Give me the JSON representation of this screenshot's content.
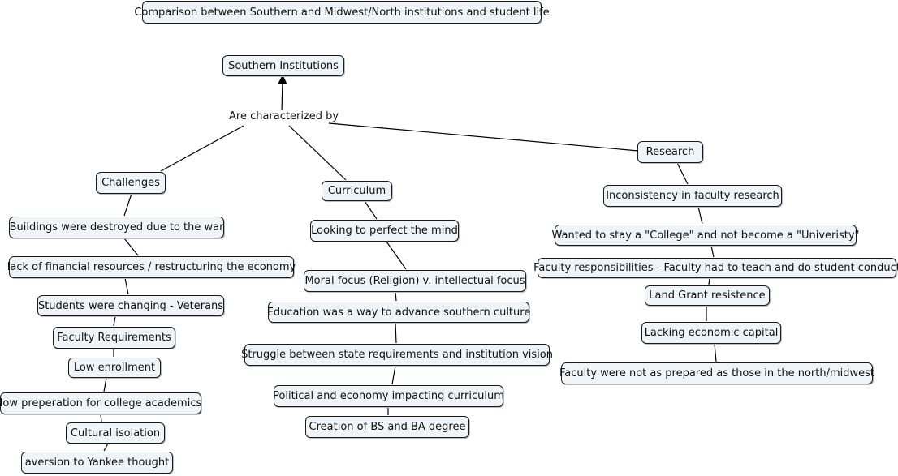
{
  "title": "Comparison between Southern and Midwest/North institutions and student life",
  "root": "Southern Institutions",
  "link_label": "Are characterized by",
  "challenges": {
    "label": "Challenges",
    "items": [
      "Buildings were destroyed due to the war",
      "lack of financial resources / restructuring the economy",
      "Students were changing - Veterans",
      "Faculty Requirements",
      "Low enrollment",
      "low preperation for college academics",
      "Cultural isolation",
      "aversion to Yankee thought"
    ]
  },
  "curriculum": {
    "label": "Curriculum",
    "items": [
      "Looking to perfect the mind",
      "Moral focus (Religion) v. intellectual focus",
      "Education was a way to advance southern culture",
      "Struggle between state requirements and institution vision",
      "Political and economy impacting curriculum",
      "Creation of BS and BA degree"
    ]
  },
  "research": {
    "label": "Research",
    "items": [
      "Inconsistency in faculty research",
      "Wanted to stay a \"College\" and not become a \"Univeristy\"",
      "Faculty responsibilities - Faculty had to teach and do student conduct",
      "Land Grant resistence",
      "Lacking economic capital",
      "Faculty were not as prepared as those in the north/midwest"
    ]
  }
}
